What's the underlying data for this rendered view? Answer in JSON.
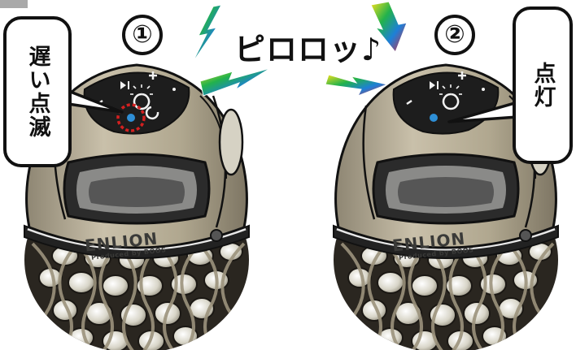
{
  "steps": [
    {
      "number": "①",
      "callout": "遅い点滅",
      "brand": "ENLION",
      "brand_sub": "Produced by BOOS"
    },
    {
      "number": "②",
      "callout": "点灯",
      "brand": "ENLION",
      "brand_sub": "Produced by BOOS"
    }
  ],
  "sound_effect": "ピロロッ♪",
  "colors": {
    "body": "#b3aa95",
    "panel": "#1d1d1d",
    "led": "#2e8fd6",
    "blink_ring": "#d32020",
    "lightning": [
      "#f5e11c",
      "#22b24c",
      "#1e7fd8",
      "#e8232a"
    ]
  },
  "icons": [
    "play-pause-icon",
    "plus-icon",
    "minus-icon",
    "light-icon",
    "power-icon",
    "led-indicator-icon",
    "lightning-icon"
  ]
}
